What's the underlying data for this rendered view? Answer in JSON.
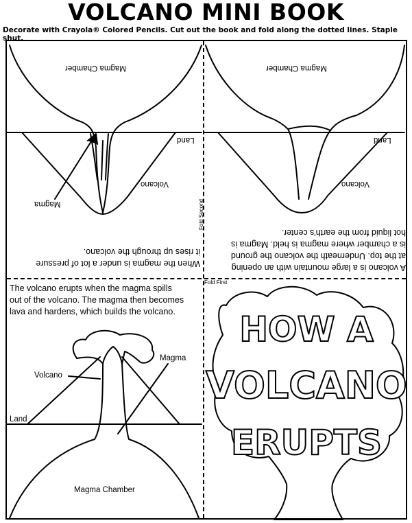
{
  "header": {
    "title": "VOLCANO MINI BOOK",
    "instructions": "Decorate with Crayola® Colored Pencils. Cut out the book and fold along the dotted lines. Staple shut."
  },
  "fold_labels": {
    "second": "Fold Second",
    "first": "Fold First"
  },
  "panel_top_left": {
    "label_magma_chamber": "Magma Chamber",
    "label_land": "Land",
    "label_volcano": "Volcano",
    "label_magma": "Magma",
    "text_line1": "When the magma is under a lot of pressure",
    "text_line2": "it rises up through the volcano."
  },
  "panel_top_right": {
    "label_magma_chamber": "Magma Chamber",
    "label_land": "Land",
    "label_volcano": "Volcano",
    "text_line1": "A volcano is a large mountain with an opening",
    "text_line2": "at the top. Underneath the volcano the ground",
    "text_line3": "is a chamber where magma is held. Magma is",
    "text_line4": "hot liquid from the earth's center."
  },
  "panel_bottom_left": {
    "text_line1": "The volcano erupts when the magma spills",
    "text_line2": "out of the volcano. The magma then becomes",
    "text_line3": "lava and hardens, which builds the volcano.",
    "label_magma": "Magma",
    "label_volcano": "Volcano",
    "label_land": "Land",
    "label_magma_chamber": "Magma Chamber"
  },
  "cover": {
    "line1": "HOW A",
    "line2": "VOLCANO",
    "line3": "ERUPTS"
  }
}
